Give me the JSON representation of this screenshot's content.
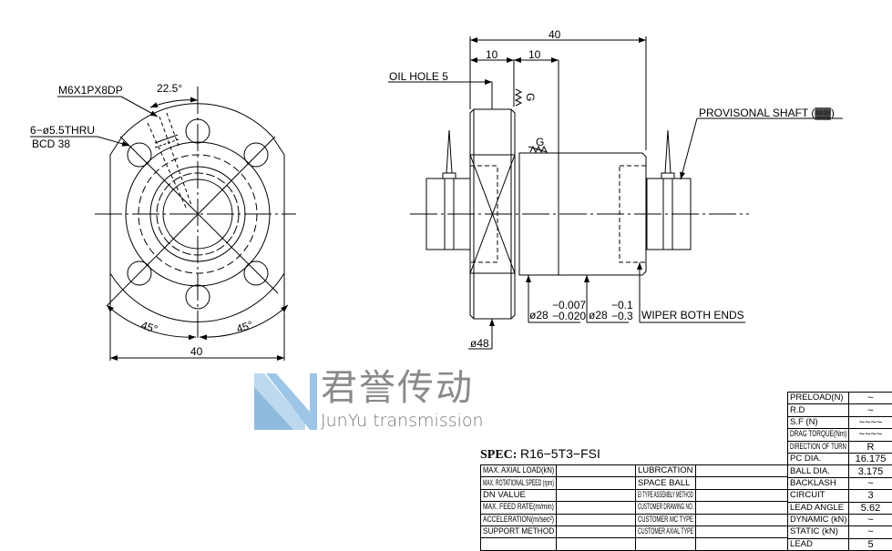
{
  "front_view": {
    "tap_note": "M6X1PX8DP",
    "angle_top": "22.5°",
    "holes_note_1": "6−ø5.5THRU",
    "holes_note_2": "BCD  38",
    "angle_left": "45°",
    "angle_right": "45°",
    "width_dim": "40"
  },
  "side_view": {
    "length_dim": "40",
    "dim_a": "10",
    "dim_b": "10",
    "oil_hole": "OIL  HOLE  5",
    "finish_g1": "G",
    "finish_g2": "G",
    "provisional_shaft": "PROVISONAL  SHAFT (▓▓)",
    "dia_flange": "ø48",
    "dia_body_1": "ø28",
    "dia_body_1_tol_up": "−0.007",
    "dia_body_1_tol_dn": "−0.020",
    "dia_body_2": "ø28",
    "dia_body_2_tol_up": "−0.1",
    "dia_body_2_tol_dn": "−0.3",
    "wiper": "WIPER  BOTH  ENDS"
  },
  "logo": {
    "cn": "君誉传动",
    "en": "JunYu transmission",
    "color_light": "#bcd9ee",
    "color_dark": "#6fa6d2"
  },
  "spec": {
    "label": "SPEC:",
    "value": "R16−5T3−FSI"
  },
  "spec_table": [
    [
      "MAX. AXIAL LOAD(kN)",
      "",
      "LUBRCATION",
      ""
    ],
    [
      "MAX. ROTATIONAL SPEED (rpm)",
      "",
      "SPACE BALL",
      ""
    ],
    [
      "DN VALUE",
      "",
      "EI TYPE ASSEMBLY METHOD",
      ""
    ],
    [
      "MAX. FEED RATE(m/min)",
      "",
      "CUSTOMER DRAWING NO.",
      ""
    ],
    [
      "ACCELERATION(m/sec²)",
      "",
      "CUSTOMER MC TYPE",
      ""
    ],
    [
      "SUPPORT METHOD",
      "",
      "CUSTOMER AXIAL TYPE",
      ""
    ],
    [
      "",
      "",
      "",
      ""
    ]
  ],
  "param_table": [
    [
      "PRELOAD(N)",
      "~"
    ],
    [
      "R.D",
      "~"
    ],
    [
      "S.F   (N)",
      "~~~~"
    ],
    [
      "DRAG TORQUE(Nm)",
      "~~~~"
    ],
    [
      "DIRECTION OF TURN",
      "R"
    ],
    [
      "PC DIA.",
      "16.175"
    ],
    [
      "BALL DIA.",
      "3.175"
    ],
    [
      "BACKLASH",
      "~"
    ],
    [
      "CIRCUIT",
      "3"
    ],
    [
      "LEAD ANGLE",
      "5.62"
    ],
    [
      "DYNAMIC      (kN)",
      "~"
    ],
    [
      "STATIC        (kN)",
      "~"
    ],
    [
      "LEAD",
      "5"
    ]
  ]
}
